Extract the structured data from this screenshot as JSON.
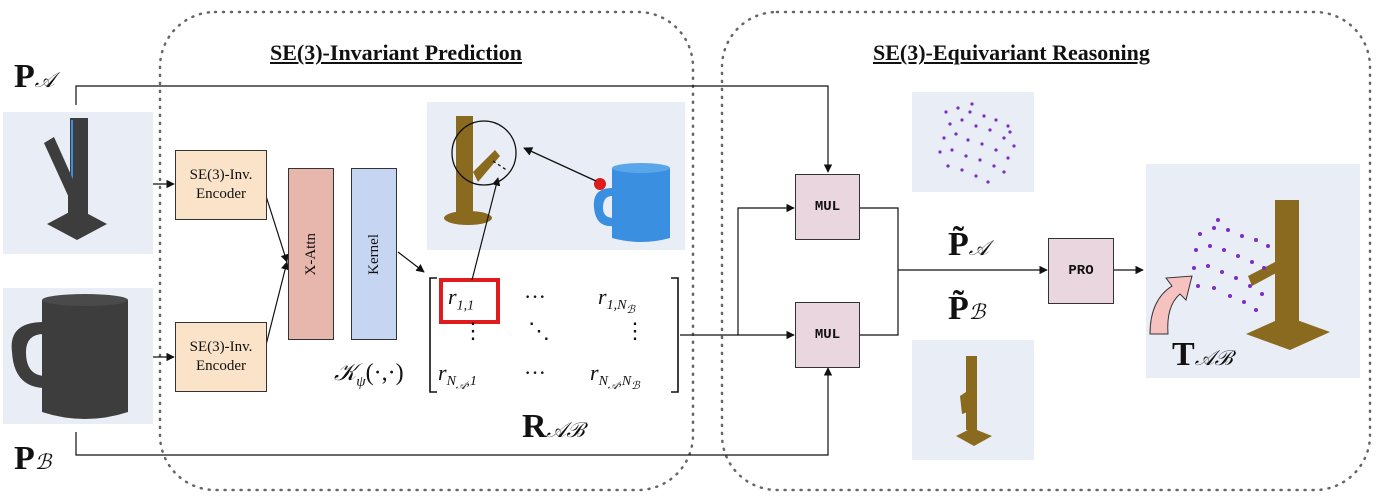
{
  "titles": {
    "invariant": "SE(3)-Invariant Prediction",
    "equivariant": "SE(3)-Equivariant Reasoning"
  },
  "inputs": {
    "pa": {
      "symbol": "P",
      "sub": "𝒜"
    },
    "pb": {
      "symbol": "P",
      "sub": "ℬ"
    }
  },
  "blocks": {
    "encoder_top": [
      "SE(3)-Inv.",
      "Encoder"
    ],
    "encoder_bottom": [
      "SE(3)-Inv.",
      "Encoder"
    ],
    "xattn": "X-Attn",
    "kernel": "Kernel",
    "mul_top": "MUL",
    "mul_bottom": "MUL",
    "pro": "PRO"
  },
  "kernel_label": {
    "symbol": "𝒦",
    "sub": "ψ",
    "args": "(·,·)"
  },
  "matrix": {
    "r11": {
      "base": "r",
      "sub": "1,1"
    },
    "r1n": {
      "base": "r",
      "sub": "1,N",
      "subsub": "ℬ"
    },
    "rn1": {
      "base": "r",
      "sub": "N",
      "subsub": "𝒜",
      "tail": ",1"
    },
    "rnn": {
      "base": "r",
      "sub": "N",
      "subsub": "𝒜",
      "tail": ",N",
      "tail2": "ℬ"
    },
    "hdots": "···",
    "vdots": "⋮",
    "ddots": "⋱",
    "label": {
      "symbol": "R",
      "sub": "𝒜ℬ"
    }
  },
  "outputs": {
    "pa_tilde": {
      "symbol": "P̃",
      "sub": "𝒜"
    },
    "pb_tilde": {
      "symbol": "P̃",
      "sub": "ℬ"
    },
    "transform": {
      "symbol": "T",
      "sub": "𝒜ℬ"
    }
  },
  "colors": {
    "encoder": "#fbe3c9",
    "xattn": "#e7b6ac",
    "kernel": "#c5d5f2",
    "op": "#ead6de",
    "highlight": "#e01b1b",
    "mug": "#3a8fe0",
    "branch": "#8a6a1e",
    "points": "#7a2fc0",
    "dark_model": "#3d3d3d"
  },
  "icons": [
    "rack-model-icon",
    "mug-model-icon",
    "point-cloud-icon",
    "curved-arrow-icon"
  ]
}
